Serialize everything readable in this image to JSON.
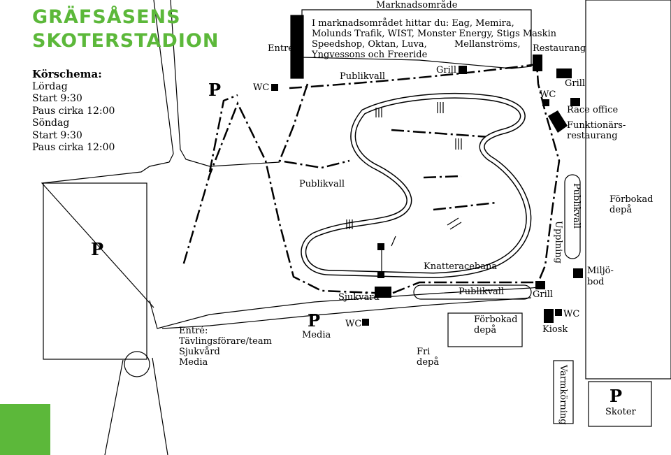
{
  "title": {
    "line1": "GRÄFSÅSENS",
    "line2": "SKOTERSTADION"
  },
  "schedule": {
    "heading": "Körschema:",
    "lines": [
      "Lördag",
      "Start 9:30",
      "Paus cirka 12:00",
      "Söndag",
      "Start 9:30",
      "Paus cirka 12:00"
    ]
  },
  "labels": {
    "marknadsomrade": "Marknadsområde",
    "market_line1": "I marknadsområdet hittar du: Eag, Memira,",
    "market_line2": "Molunds Trafik, WIST, Monster Energy, Stigs Maskin",
    "market_line3a": "Speedshop, Oktan, Luva,",
    "market_line3b": "Mellanströms,",
    "market_line4": "Yngvessons och Freeride",
    "entre": "Entré",
    "restaurang": "Restaurang",
    "wc": "WC",
    "grill": "Grill",
    "publikvall": "Publikvall",
    "race_office": "Race office",
    "funk1": "Funktionärs-",
    "funk2": "restaurang",
    "forbokad": "Förbokad",
    "depa": "depå",
    "uppluning": "Upplning",
    "miljo1": "Miljö-",
    "miljo2": "bod",
    "knatte": "Knatteracebana",
    "sjukvard": "Sjukvård",
    "entre_team1": "Entré:",
    "entre_team2": "Tävlingsförare/team",
    "entre_team3": "Sjukvård",
    "entre_team4": "Media",
    "media": "Media",
    "fri": "Fri",
    "kiosk": "Kiosk",
    "varmkorning": "Varmkörning",
    "skoter": "Skoter",
    "p": "P"
  },
  "colors": {
    "accent": "#5cb83a"
  }
}
